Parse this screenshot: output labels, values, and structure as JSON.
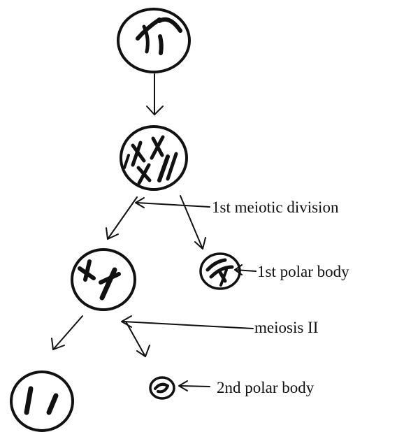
{
  "labels": {
    "first_meiotic_division": "1st meiotic division",
    "first_polar_body": "1st polar body",
    "meiosis_two": "meiosis II",
    "second_polar_body": "2nd polar body"
  }
}
